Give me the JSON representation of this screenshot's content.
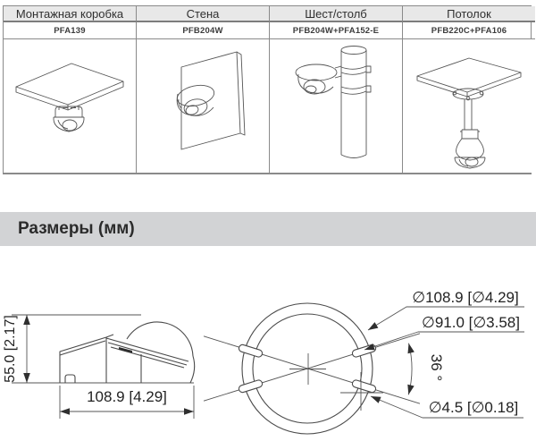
{
  "mount_table": {
    "columns": [
      {
        "title": "Монтажная коробка",
        "model": "PFA139",
        "illustration": "junction-box-mount"
      },
      {
        "title": "Стена",
        "model": "PFB204W",
        "illustration": "wall-mount"
      },
      {
        "title": "Шест/столб",
        "model": "PFB204W+PFA152-E",
        "illustration": "pole-mount"
      },
      {
        "title": "Потолок",
        "model": "PFB220C+PFA106",
        "illustration": "ceiling-pendant-mount"
      }
    ]
  },
  "section": {
    "title": "Размеры (мм)"
  },
  "dimensions": {
    "side_view": {
      "height": "55.0 [2.17]",
      "width": "108.9 [4.29]"
    },
    "bottom_view": {
      "outer_diameter": "∅108.9 [∅4.29]",
      "mount_circle_diameter": "∅91.0 [∅3.58]",
      "slot_angle": "36 °",
      "hole_diameter": "∅4.5 [∅0.18]"
    }
  },
  "colors": {
    "section_bar": "#d2d3d5",
    "table_border": "#8a8a8a",
    "table_header_bg": "#e8e8e8",
    "line_art": "#4a4a4a",
    "text": "#2b2b2b"
  }
}
